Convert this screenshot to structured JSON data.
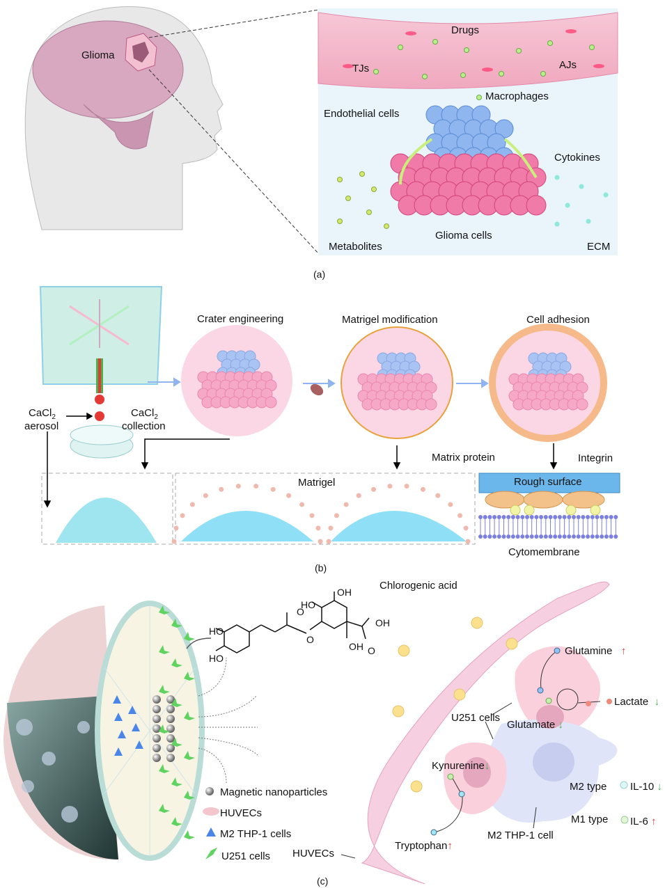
{
  "panel_a": {
    "caption": "(a)",
    "labels": {
      "glioma": "Glioma",
      "drugs": "Drugs",
      "tjs": "TJs",
      "ajs": "AJs",
      "endothelial": "Endothelial cells",
      "macrophages": "Macrophages",
      "cytokines": "Cytokines",
      "glioma_cells": "Glioma cells",
      "metabolites": "Metabolites",
      "ecm": "ECM"
    }
  },
  "panel_b": {
    "caption": "(b)",
    "steps": [
      "Crater engineering",
      "Matrigel modification",
      "Cell adhesion"
    ],
    "labels": {
      "cacl2_a": "CaCl",
      "sub2": "2",
      "aerosol": "aerosol",
      "cacl2_b": "CaCl",
      "collection": "collection",
      "matrigel": "Matrigel",
      "matrix_protein": "Matrix protein",
      "integrin": "Integrin",
      "rough_surface": "Rough surface",
      "cytomembrane": "Cytomembrane"
    }
  },
  "panel_c": {
    "caption": "(c)",
    "chlorogenic_acid": "Chlorogenic acid",
    "chem_labels": [
      "HO",
      "HO",
      "O",
      "O",
      "HO",
      "OH",
      "OH",
      "OH",
      "O"
    ],
    "legend": [
      "Magnetic nanoparticles",
      "HUVECs",
      "M2 THP-1 cells",
      "U251 cells"
    ],
    "labels": {
      "glutamine": "Glutamine",
      "lactate": "Lactate",
      "u251": "U251 cells",
      "glutamate": "Glutamate",
      "kynurenine": "Kynurenine",
      "m2_type": "M2 type",
      "il10": "IL-10",
      "m1_type": "M1 type",
      "il6": "IL-6",
      "m2_thp1": "M2 THP-1 cell",
      "tryptophan": "Tryptophan",
      "huvecs": "HUVECs"
    },
    "arrows": {
      "up": "↑",
      "down": "↓"
    }
  },
  "colors": {
    "up": "#e53935",
    "down": "#4caf50",
    "pink": "#f48fb1",
    "blue": "#90b4ef"
  }
}
